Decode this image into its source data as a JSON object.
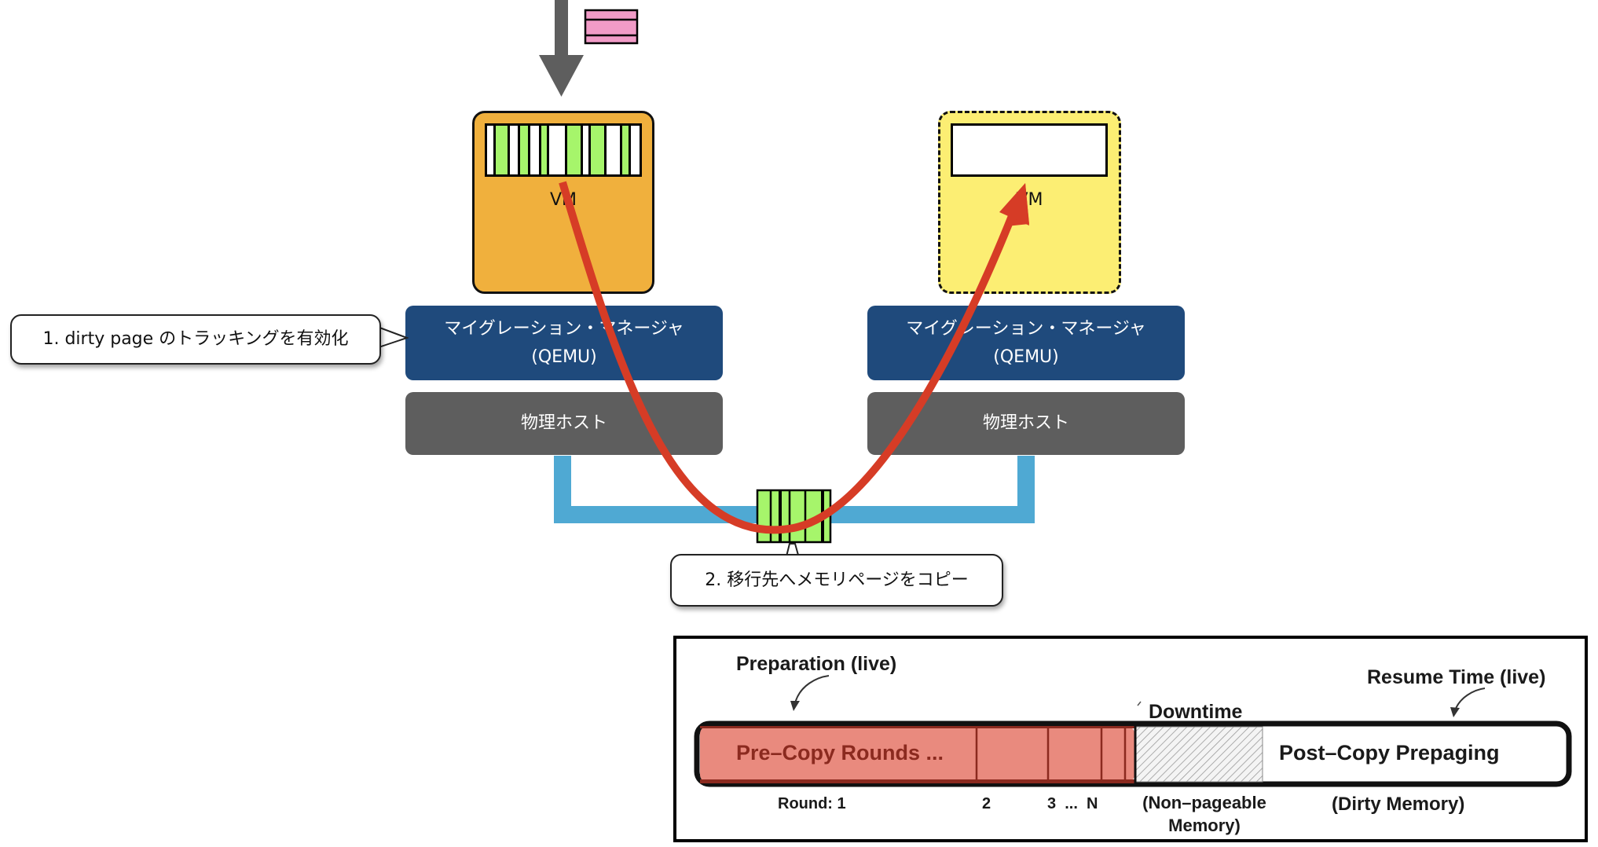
{
  "source_side": {
    "vm_label": "VM",
    "memory_pages": [
      "white",
      "green",
      "white",
      "green",
      "white",
      "green",
      "white",
      "green",
      "white",
      "green",
      "white",
      "green",
      "white"
    ],
    "manager_line1": "マイグレーション・マネージャ",
    "manager_line2": "(QEMU)",
    "host_label": "物理ホスト"
  },
  "destination_side": {
    "vm_label": "VM",
    "manager_line1": "マイグレーション・マネージャ",
    "manager_line2": "(QEMU)",
    "host_label": "物理ホスト"
  },
  "callouts": {
    "step1": "1. dirty page のトラッキングを有効化",
    "step2": "2. 移行先へメモリページをコピー"
  },
  "colors": {
    "source_vm": "#f0b03d",
    "destination_vm": "#fcee73",
    "dirty_page": "#a6f56b",
    "manager": "#1f4a7c",
    "host": "#5e5e5e",
    "network": "#4fa9d3",
    "copy_arrow": "#d63c26",
    "incoming_pages": "#f19bc7",
    "precopy_fill": "#e98a7e",
    "precopy_text": "#8b2a1f"
  },
  "timeline": {
    "preparation_label": "Preparation (live)",
    "downtime_label": "Downtime",
    "resume_label": "Resume Time (live)",
    "precopy_label": "Pre–Copy Rounds ...",
    "postcopy_label": "Post–Copy Prepaging",
    "round_labels": {
      "r1": "Round: 1",
      "r2": "2",
      "r3n": "3  ...  N"
    },
    "nonpageable_line1": "(Non–pageable",
    "nonpageable_line2": "Memory)",
    "dirty_memory_label": "(Dirty Memory)"
  }
}
